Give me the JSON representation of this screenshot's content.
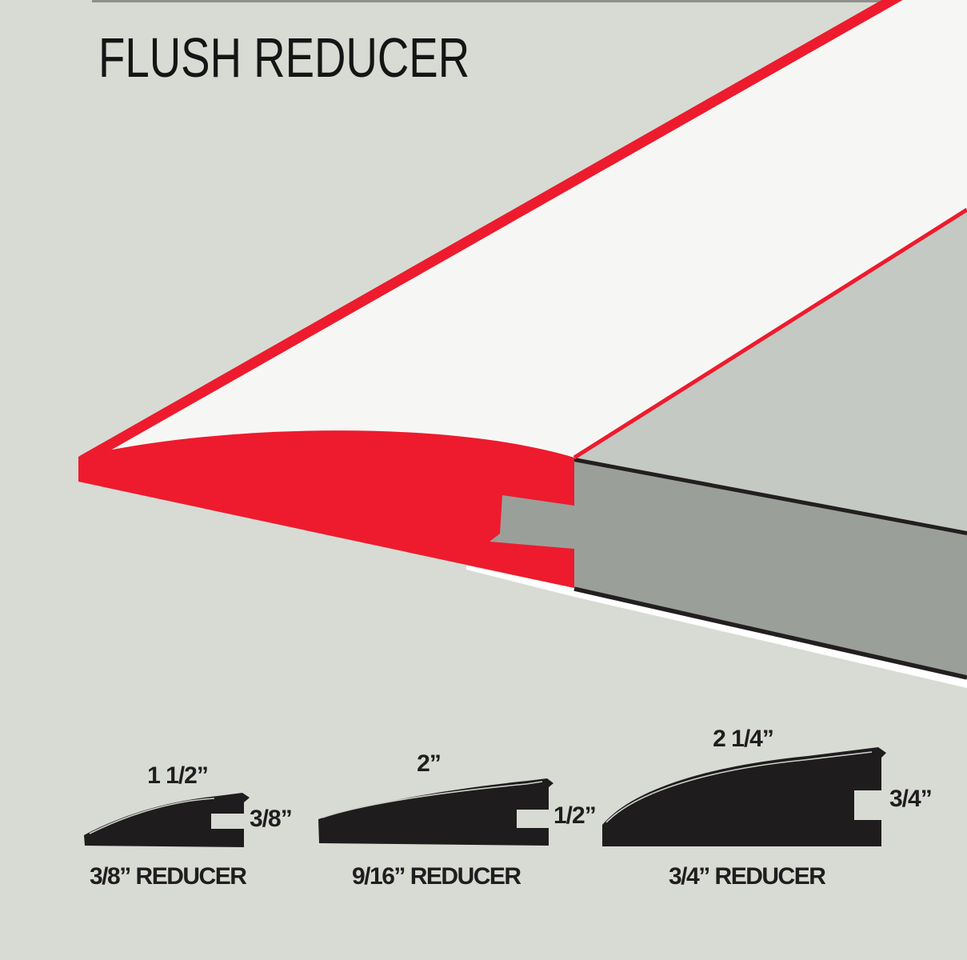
{
  "title": "FLUSH REDUCER",
  "colors": {
    "background": "#d7dbd4",
    "red": "#ed1b2d",
    "white_face": "#f6f7f5",
    "plank_top": "#c4c9c3",
    "plank_side": "#9b9f9a",
    "dark_edge": "#231f20",
    "floor_highlight": "#ffffff",
    "profile_black": "#1f1c1d",
    "profile_highlight": "#cdd1cb",
    "text": "#1a1a1a"
  },
  "diagram": {
    "description_names": [
      "reducer-3d-illustration",
      "reducer-ramp-face",
      "reducer-top-face",
      "groove-notch",
      "adjoining-plank"
    ]
  },
  "profiles": [
    {
      "width_label": "1 1/2”",
      "thickness_label": "3/8”",
      "caption": "3/8” REDUCER"
    },
    {
      "width_label": "2”",
      "thickness_label": "1/2”",
      "caption": "9/16” REDUCER"
    },
    {
      "width_label": "2 1/4”",
      "thickness_label": "3/4”",
      "caption": "3/4” REDUCER"
    }
  ]
}
